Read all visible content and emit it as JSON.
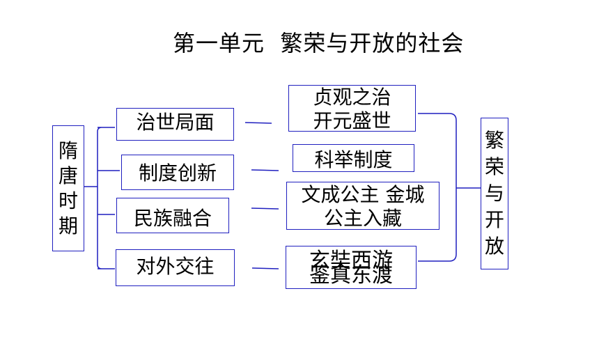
{
  "title": "第一单元  繁荣与开放的社会",
  "left": {
    "chars": [
      "隋",
      "唐",
      "时",
      "期"
    ]
  },
  "middle": [
    {
      "label": "治世局面"
    },
    {
      "label": "制度创新"
    },
    {
      "label": "民族融合"
    },
    {
      "label": "对外交往"
    }
  ],
  "right": [
    {
      "label": "贞观之治\n开元盛世"
    },
    {
      "label": "科举制度"
    },
    {
      "label": "文成公主  金城\n公主入藏"
    },
    {
      "lines": [
        "玄奘西游",
        "鉴真东渡"
      ]
    }
  ],
  "far_right": {
    "chars": [
      "繁",
      "荣",
      "与",
      "开",
      "放"
    ]
  },
  "colors": {
    "border": "#1f1fbf",
    "line": "#1f1fbf"
  }
}
